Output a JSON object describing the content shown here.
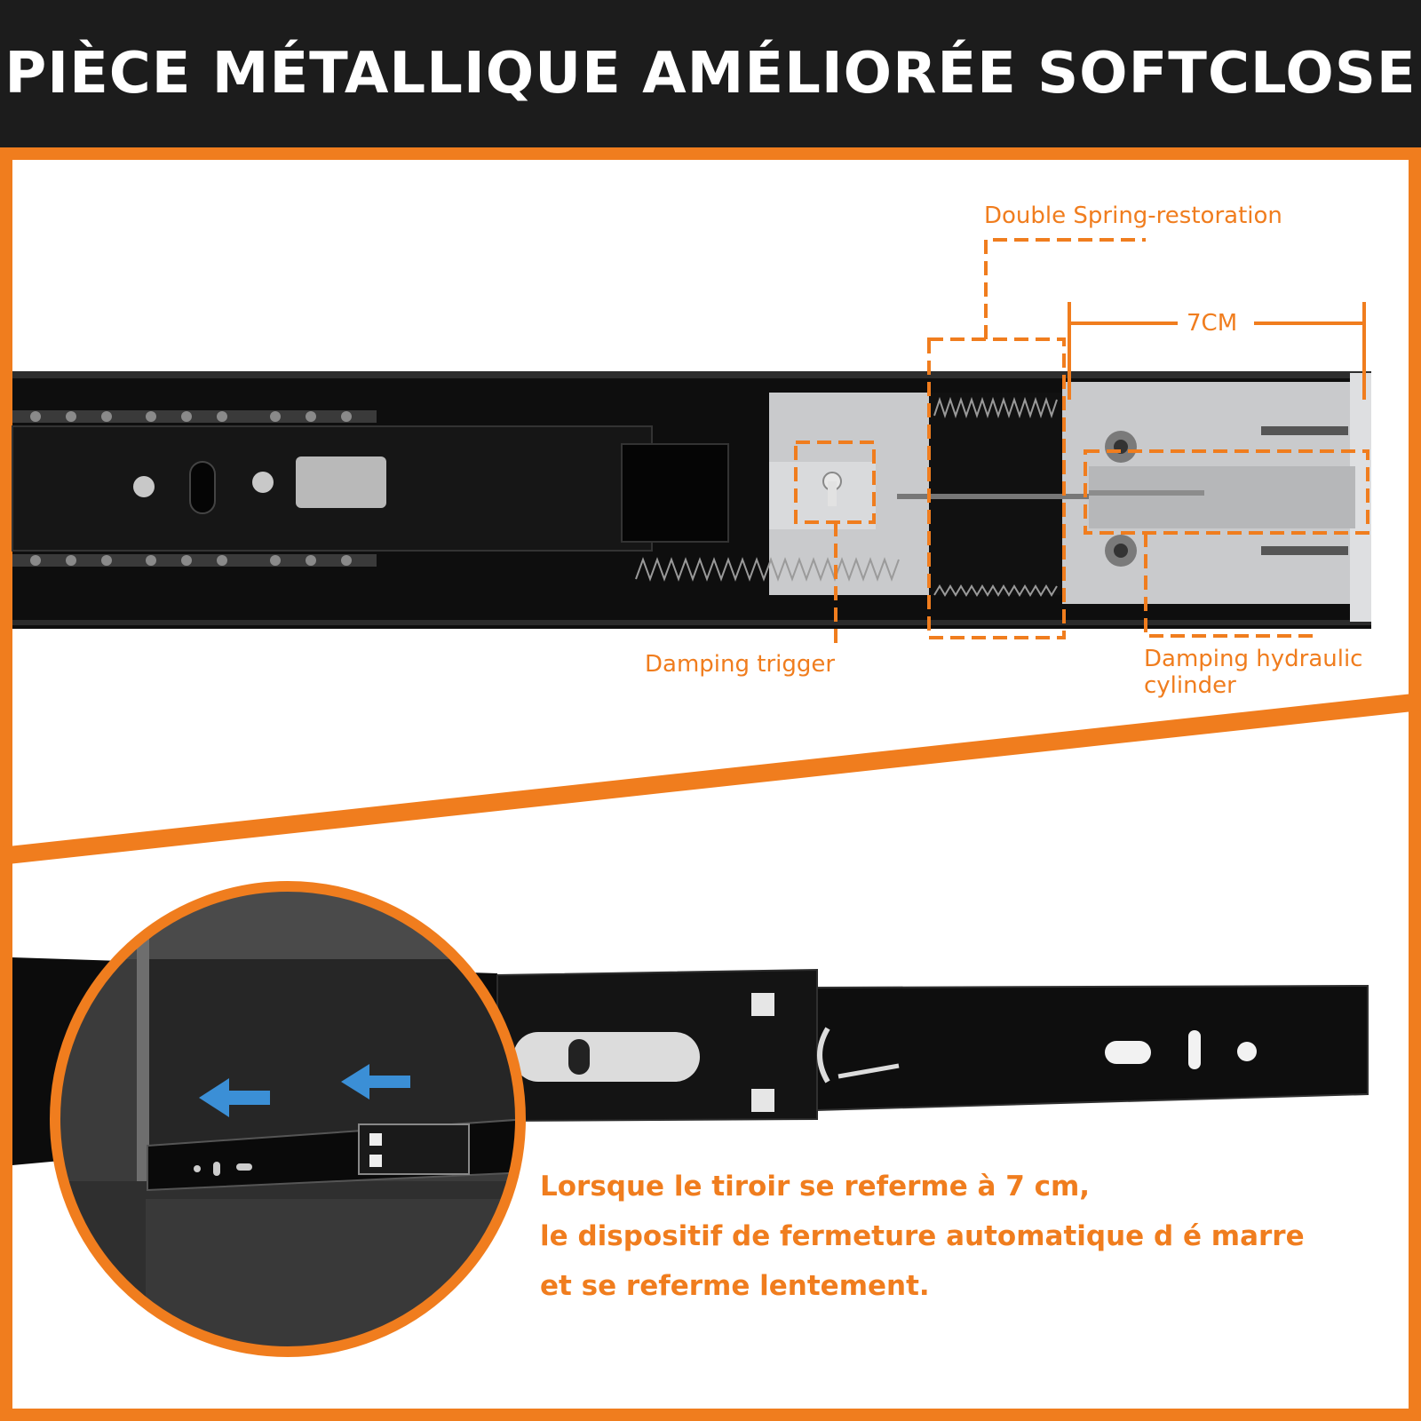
{
  "header": {
    "title": "PIÈCE MÉTALLIQUE AMÉLIORÉE SOFTCLOSE"
  },
  "colors": {
    "accent": "#f07d1e",
    "header_bg": "#1c1c1c",
    "rail_black": "#0e0e0e",
    "mechanism_gray": "#c9cacc"
  },
  "annotations": {
    "spring": "Double Spring-restoration",
    "length": "7CM",
    "trigger": "Damping trigger",
    "cylinder_line1": "Damping hydraulic",
    "cylinder_line2": "cylinder"
  },
  "caption": {
    "line1": "Lorsque le tiroir se referme  à  7 cm,",
    "line2": "le dispositif de fermeture automatique d é marre",
    "line3": "et se referme lentement."
  },
  "icons": {
    "arrows": "arrow-left-icon"
  }
}
